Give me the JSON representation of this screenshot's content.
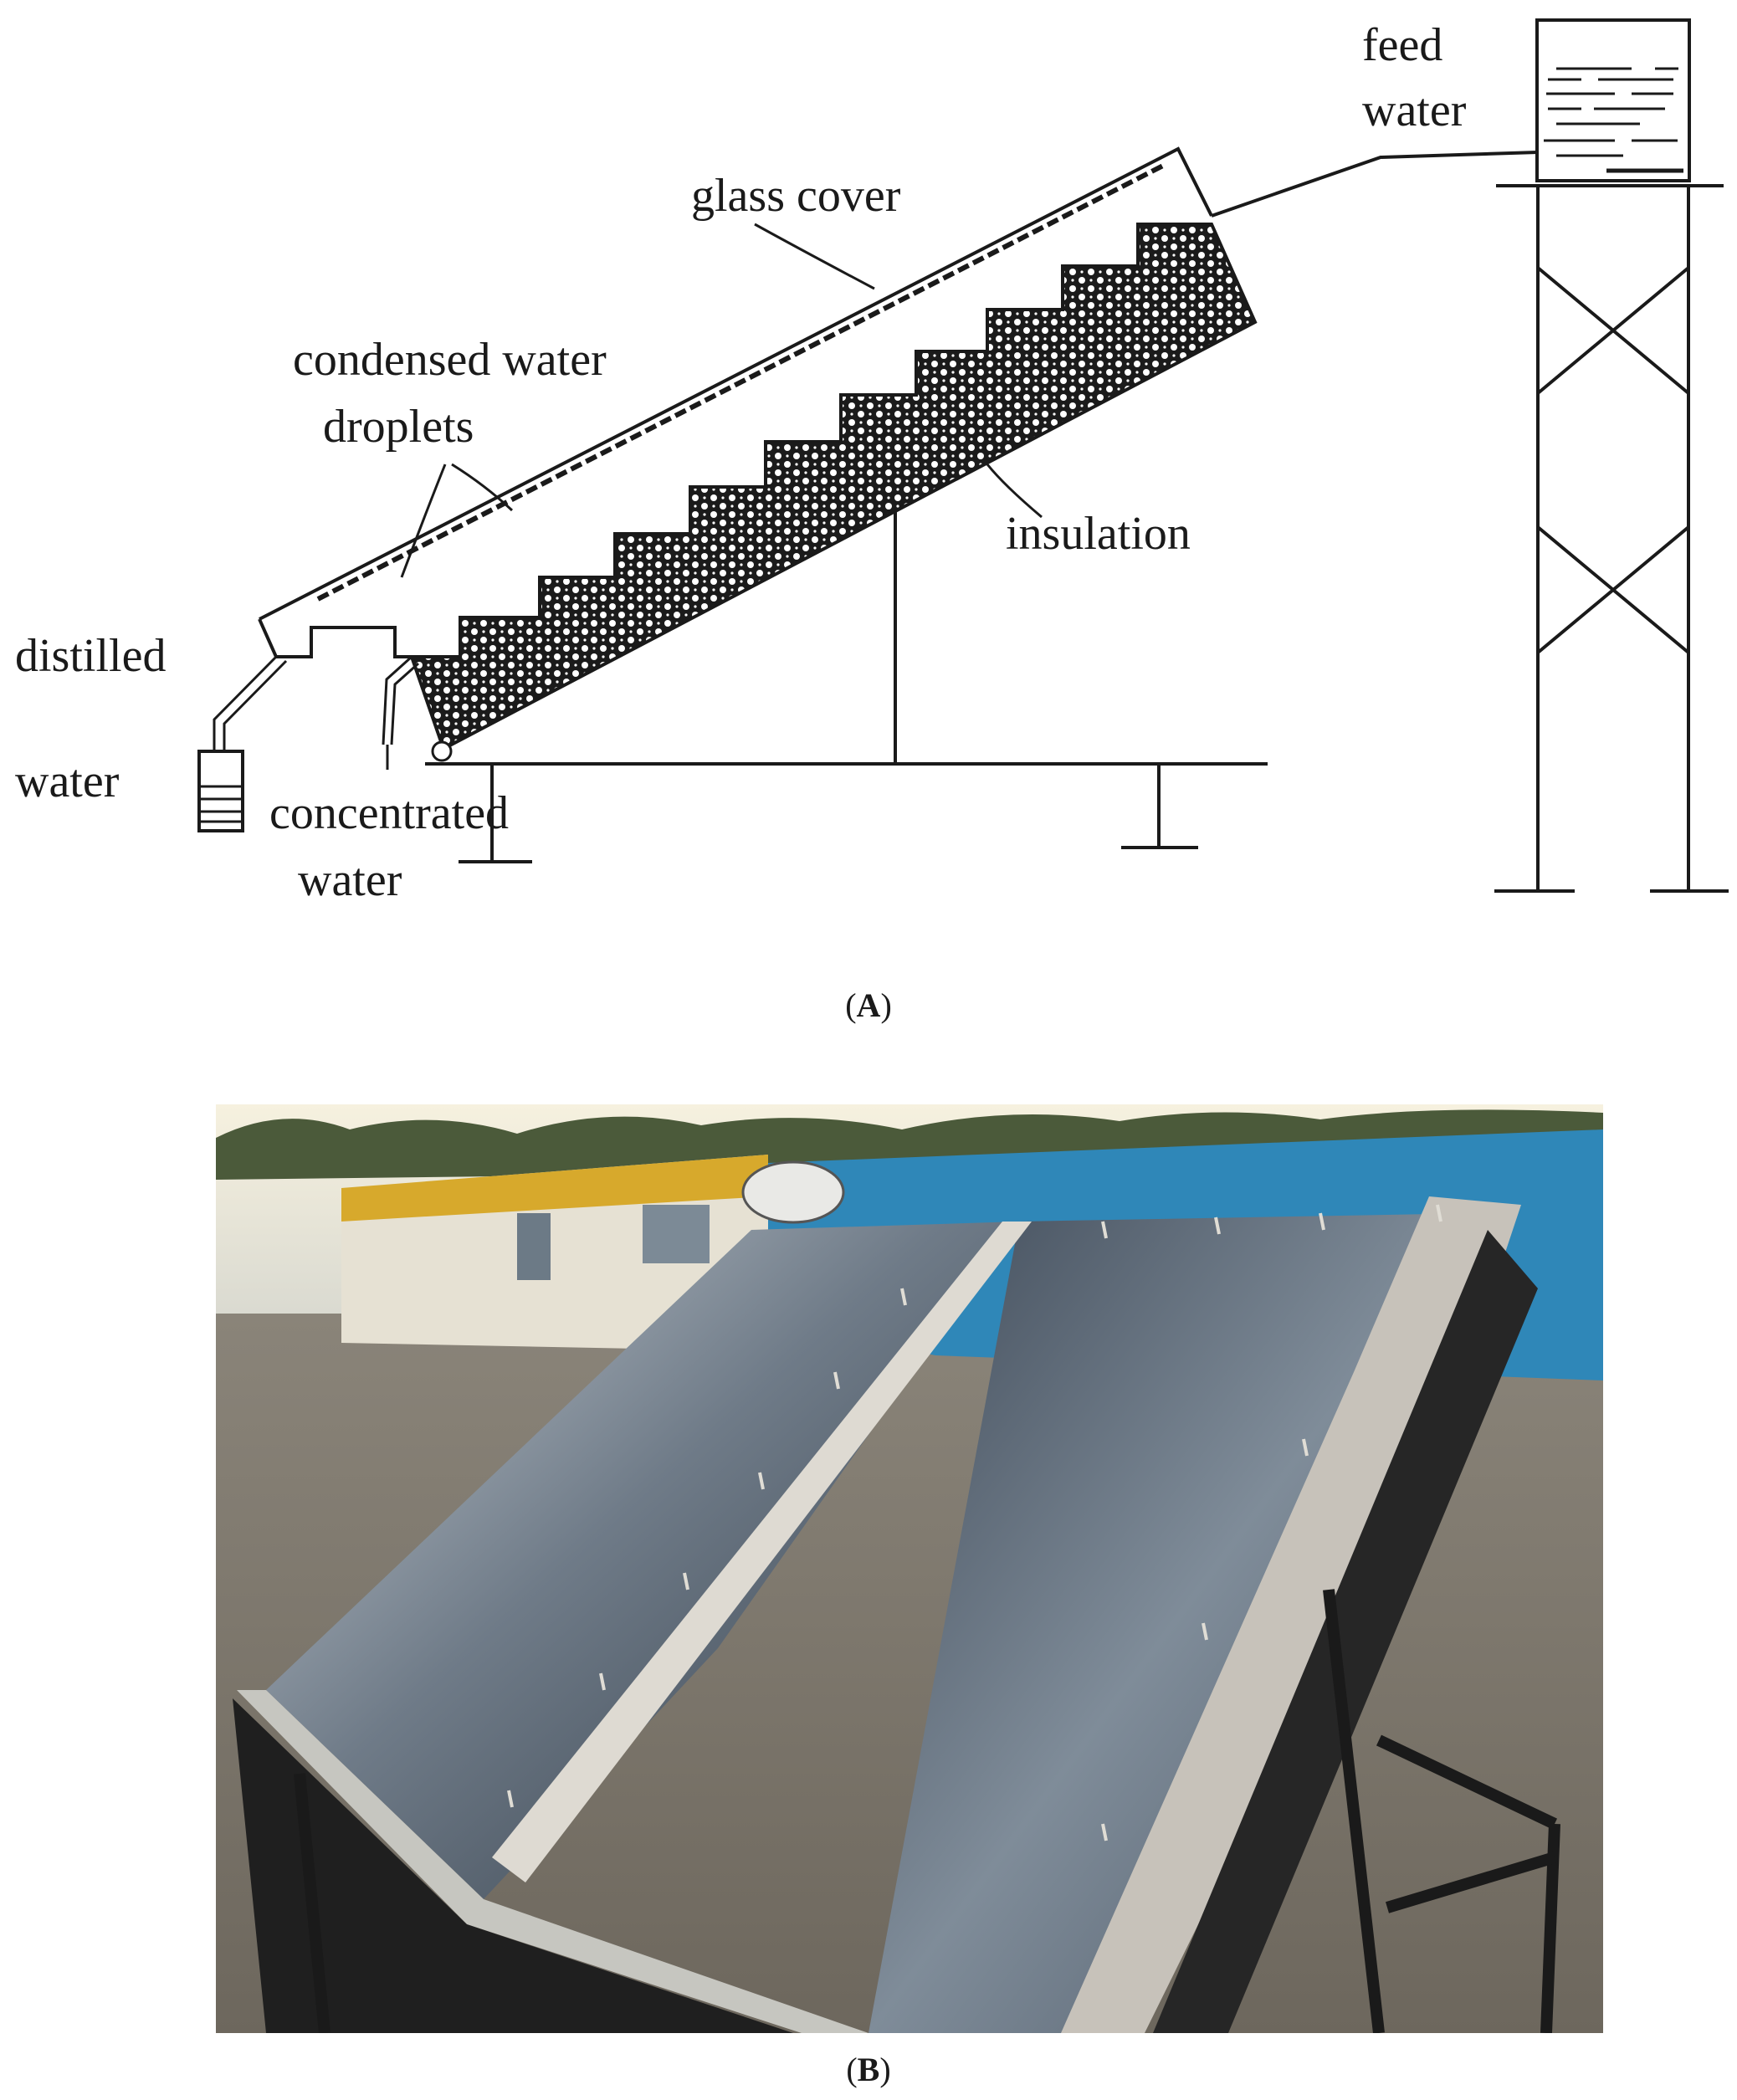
{
  "diagram": {
    "labels": {
      "feed": "feed",
      "feed_water": "water",
      "glass_cover": "glass cover",
      "condensed_water": "condensed  water",
      "droplets": "droplets",
      "insulation": "insulation",
      "distilled": "distilled",
      "distilled_water": "water",
      "concentrated": "concentrated",
      "concentrated_water": "water"
    }
  },
  "captions": {
    "a_letter": "A",
    "b_letter": "B"
  },
  "colors": {
    "sky": "#f2efe3",
    "wall_blue": "#2f87b8",
    "cabin_yellow": "#d7a92c",
    "ground": "#7d766c",
    "panel_dark": "#2a3340",
    "panel_light": "#aab6c2",
    "frame_black": "#1a1a1a"
  }
}
